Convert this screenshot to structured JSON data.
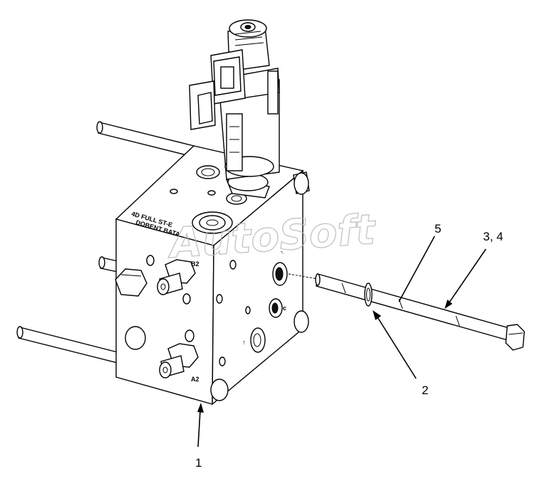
{
  "watermark": "AutoSoft",
  "callouts": {
    "c1": "1",
    "c2": "2",
    "c34": "3, 4",
    "c5": "5"
  },
  "port_labels": {
    "b2": "B2",
    "a2": "A2"
  },
  "block_marking": {
    "line1": "4D  FULL   ST-E",
    "line2": "DOBENT  BATA"
  }
}
